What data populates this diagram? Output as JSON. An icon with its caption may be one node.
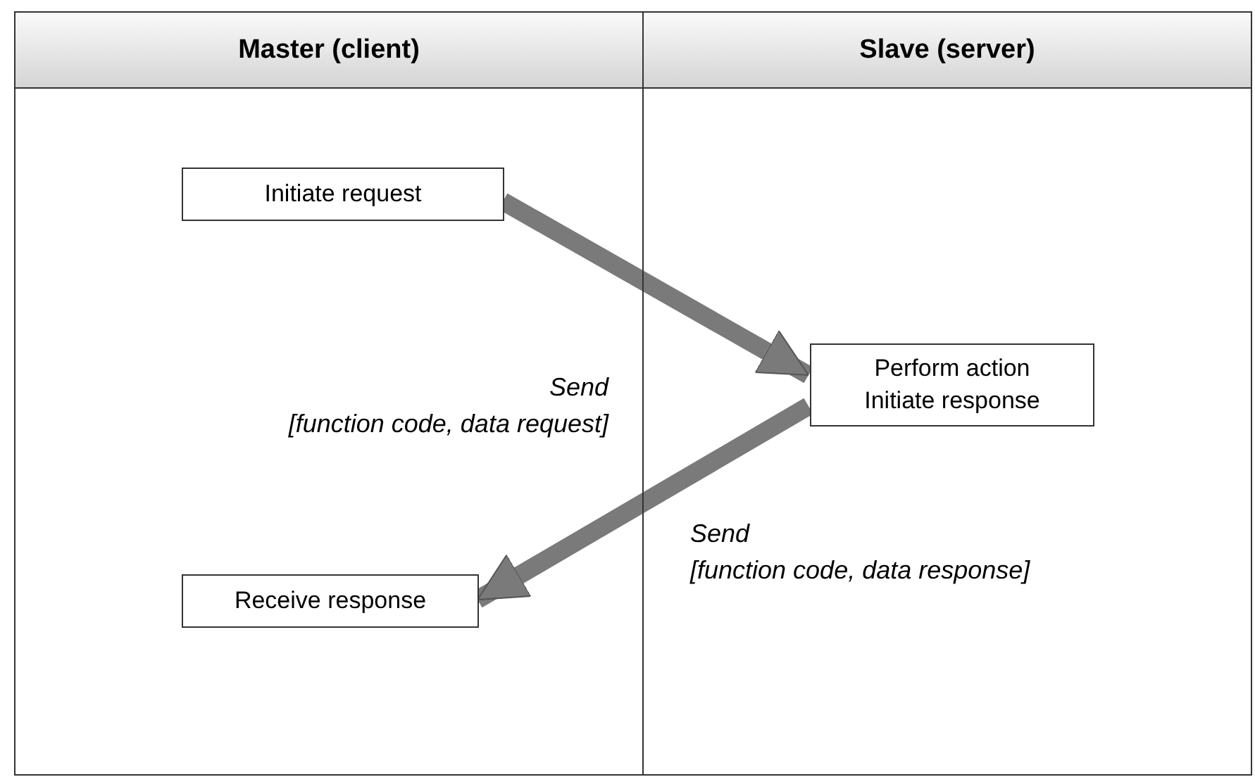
{
  "diagram": {
    "nodes": [
      {
        "text": [
          "Master (client)"
        ]
      },
      {
        "text": [
          "Slave (server)"
        ]
      },
      {
        "text": [
          "Initiate request"
        ],
        "in": 0
      },
      {
        "text": [
          "Perform action Initiate response"
        ],
        "in": 1
      },
      {
        "text": [
          "Receive response"
        ],
        "in": 0
      }
    ],
    "edges": [
      {
        "from": 2,
        "to": 3,
        "arrow": "to",
        "label": "Send [function code, data request]"
      },
      {
        "from": 3,
        "to": 4,
        "arrow": "to",
        "label": "Send [function code, data response]"
      }
    ]
  }
}
